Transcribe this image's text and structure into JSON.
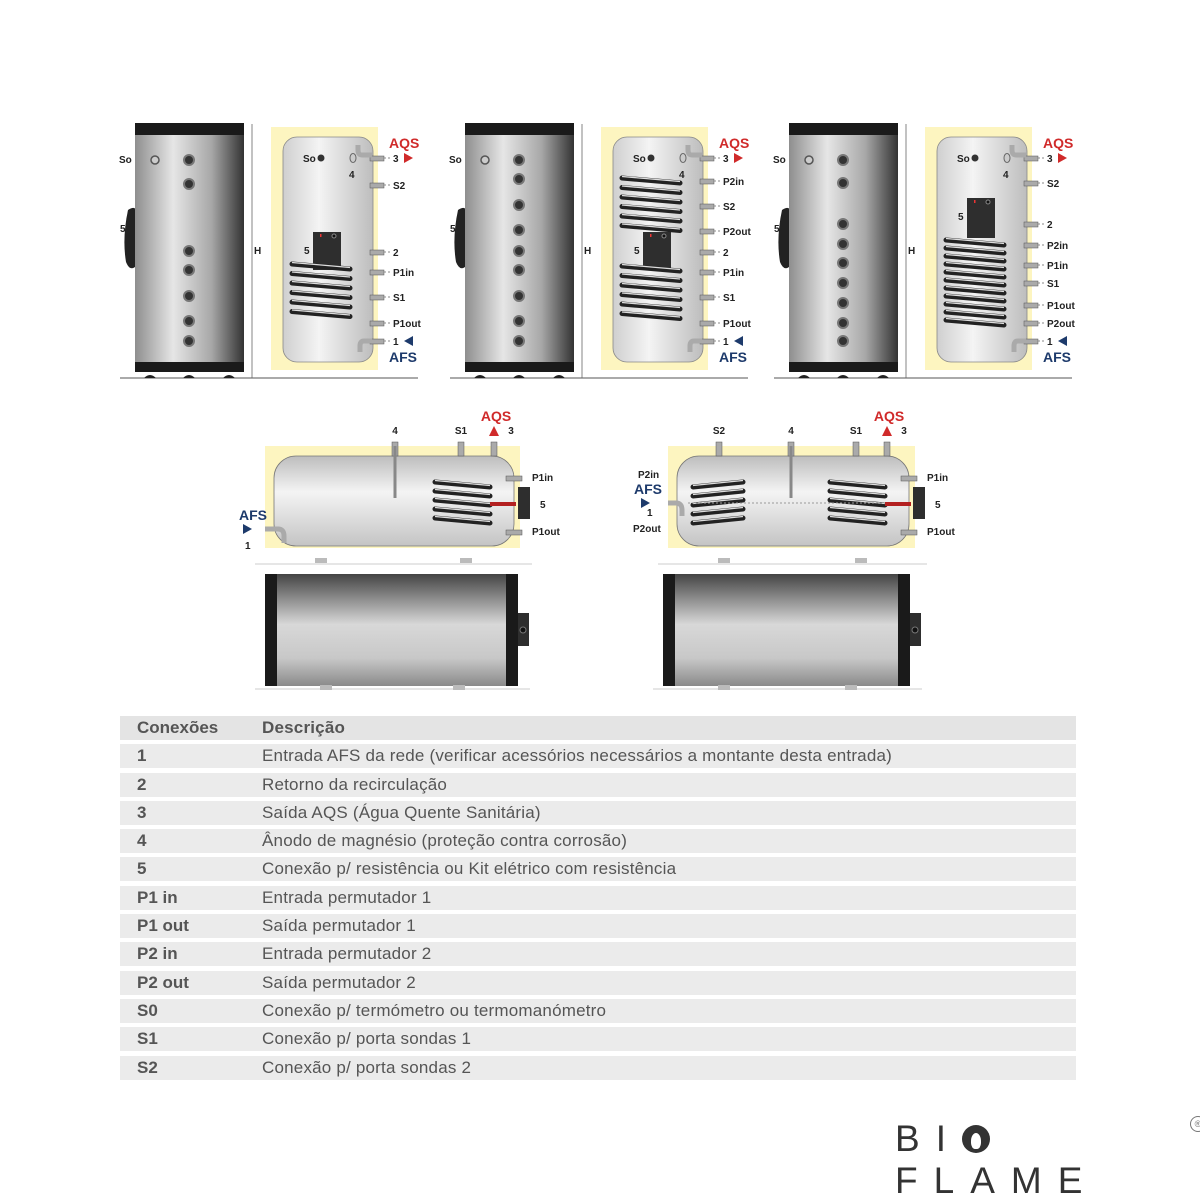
{
  "diagrams": {
    "vertical": [
      {
        "outer_s0": "So",
        "outer_five": "5",
        "dimension": "H",
        "inner_s0": "So",
        "anode": "4",
        "resistance": "5",
        "aqs": "AQS",
        "afs": "AFS",
        "right": [
          "3",
          "S2",
          "2",
          "P1in",
          "S1",
          "P1out",
          "1"
        ]
      },
      {
        "outer_s0": "So",
        "outer_five": "5",
        "dimension": "H",
        "inner_s0": "So",
        "anode": "4",
        "resistance": "5",
        "aqs": "AQS",
        "afs": "AFS",
        "right": [
          "3",
          "P2in",
          "S2",
          "P2out",
          "2",
          "P1in",
          "S1",
          "P1out",
          "1"
        ]
      },
      {
        "outer_s0": "So",
        "outer_five": "5",
        "dimension": "H",
        "inner_s0": "So",
        "anode": "4",
        "resistance": "5",
        "aqs": "AQS",
        "afs": "AFS",
        "right": [
          "3",
          "S2",
          "2",
          "P2in",
          "P1in",
          "S1",
          "P1out",
          "P2out",
          "1"
        ]
      }
    ],
    "horizontal": [
      {
        "top": [
          "4",
          "S1",
          "3"
        ],
        "aqs": "AQS",
        "afs": "AFS",
        "afs_num": "1",
        "right": [
          "P1in",
          "5",
          "P1out"
        ],
        "left": []
      },
      {
        "top": [
          "S2",
          "4",
          "S1",
          "3"
        ],
        "aqs": "AQS",
        "afs": "AFS",
        "afs_num": "1",
        "right": [
          "P1in",
          "5",
          "P1out"
        ],
        "left": [
          "P2in",
          "P2out"
        ]
      }
    ],
    "colors": {
      "aqs": "#d02a2a",
      "afs": "#1d3a6b",
      "insulation": "#fdf5c0"
    }
  },
  "table": {
    "headers": [
      "Conexões",
      "Descrição"
    ],
    "rows": [
      [
        "1",
        "Entrada AFS da rede (verificar acessórios necessários a montante desta entrada)"
      ],
      [
        "2",
        "Retorno da recirculação"
      ],
      [
        "3",
        "Saída AQS (Água Quente Sanitária)"
      ],
      [
        "4",
        "Ânodo de magnésio (proteção contra corrosão)"
      ],
      [
        "5",
        "Conexão p/ resistência ou Kit elétrico com resistência"
      ],
      [
        "P1 in",
        "Entrada permutador 1"
      ],
      [
        "P1 out",
        "Saída permutador 1"
      ],
      [
        "P2 in",
        "Entrada permutador 2"
      ],
      [
        "P2 out",
        "Saída permutador 2"
      ],
      [
        "S0",
        "Conexão p/ termómetro ou termomanómetro"
      ],
      [
        "S1",
        "Conexão p/ porta sondas 1"
      ],
      [
        "S2",
        "Conexão p/ porta sondas 2"
      ]
    ]
  },
  "logo": {
    "text": "BIOFLAME",
    "registered": "®"
  }
}
